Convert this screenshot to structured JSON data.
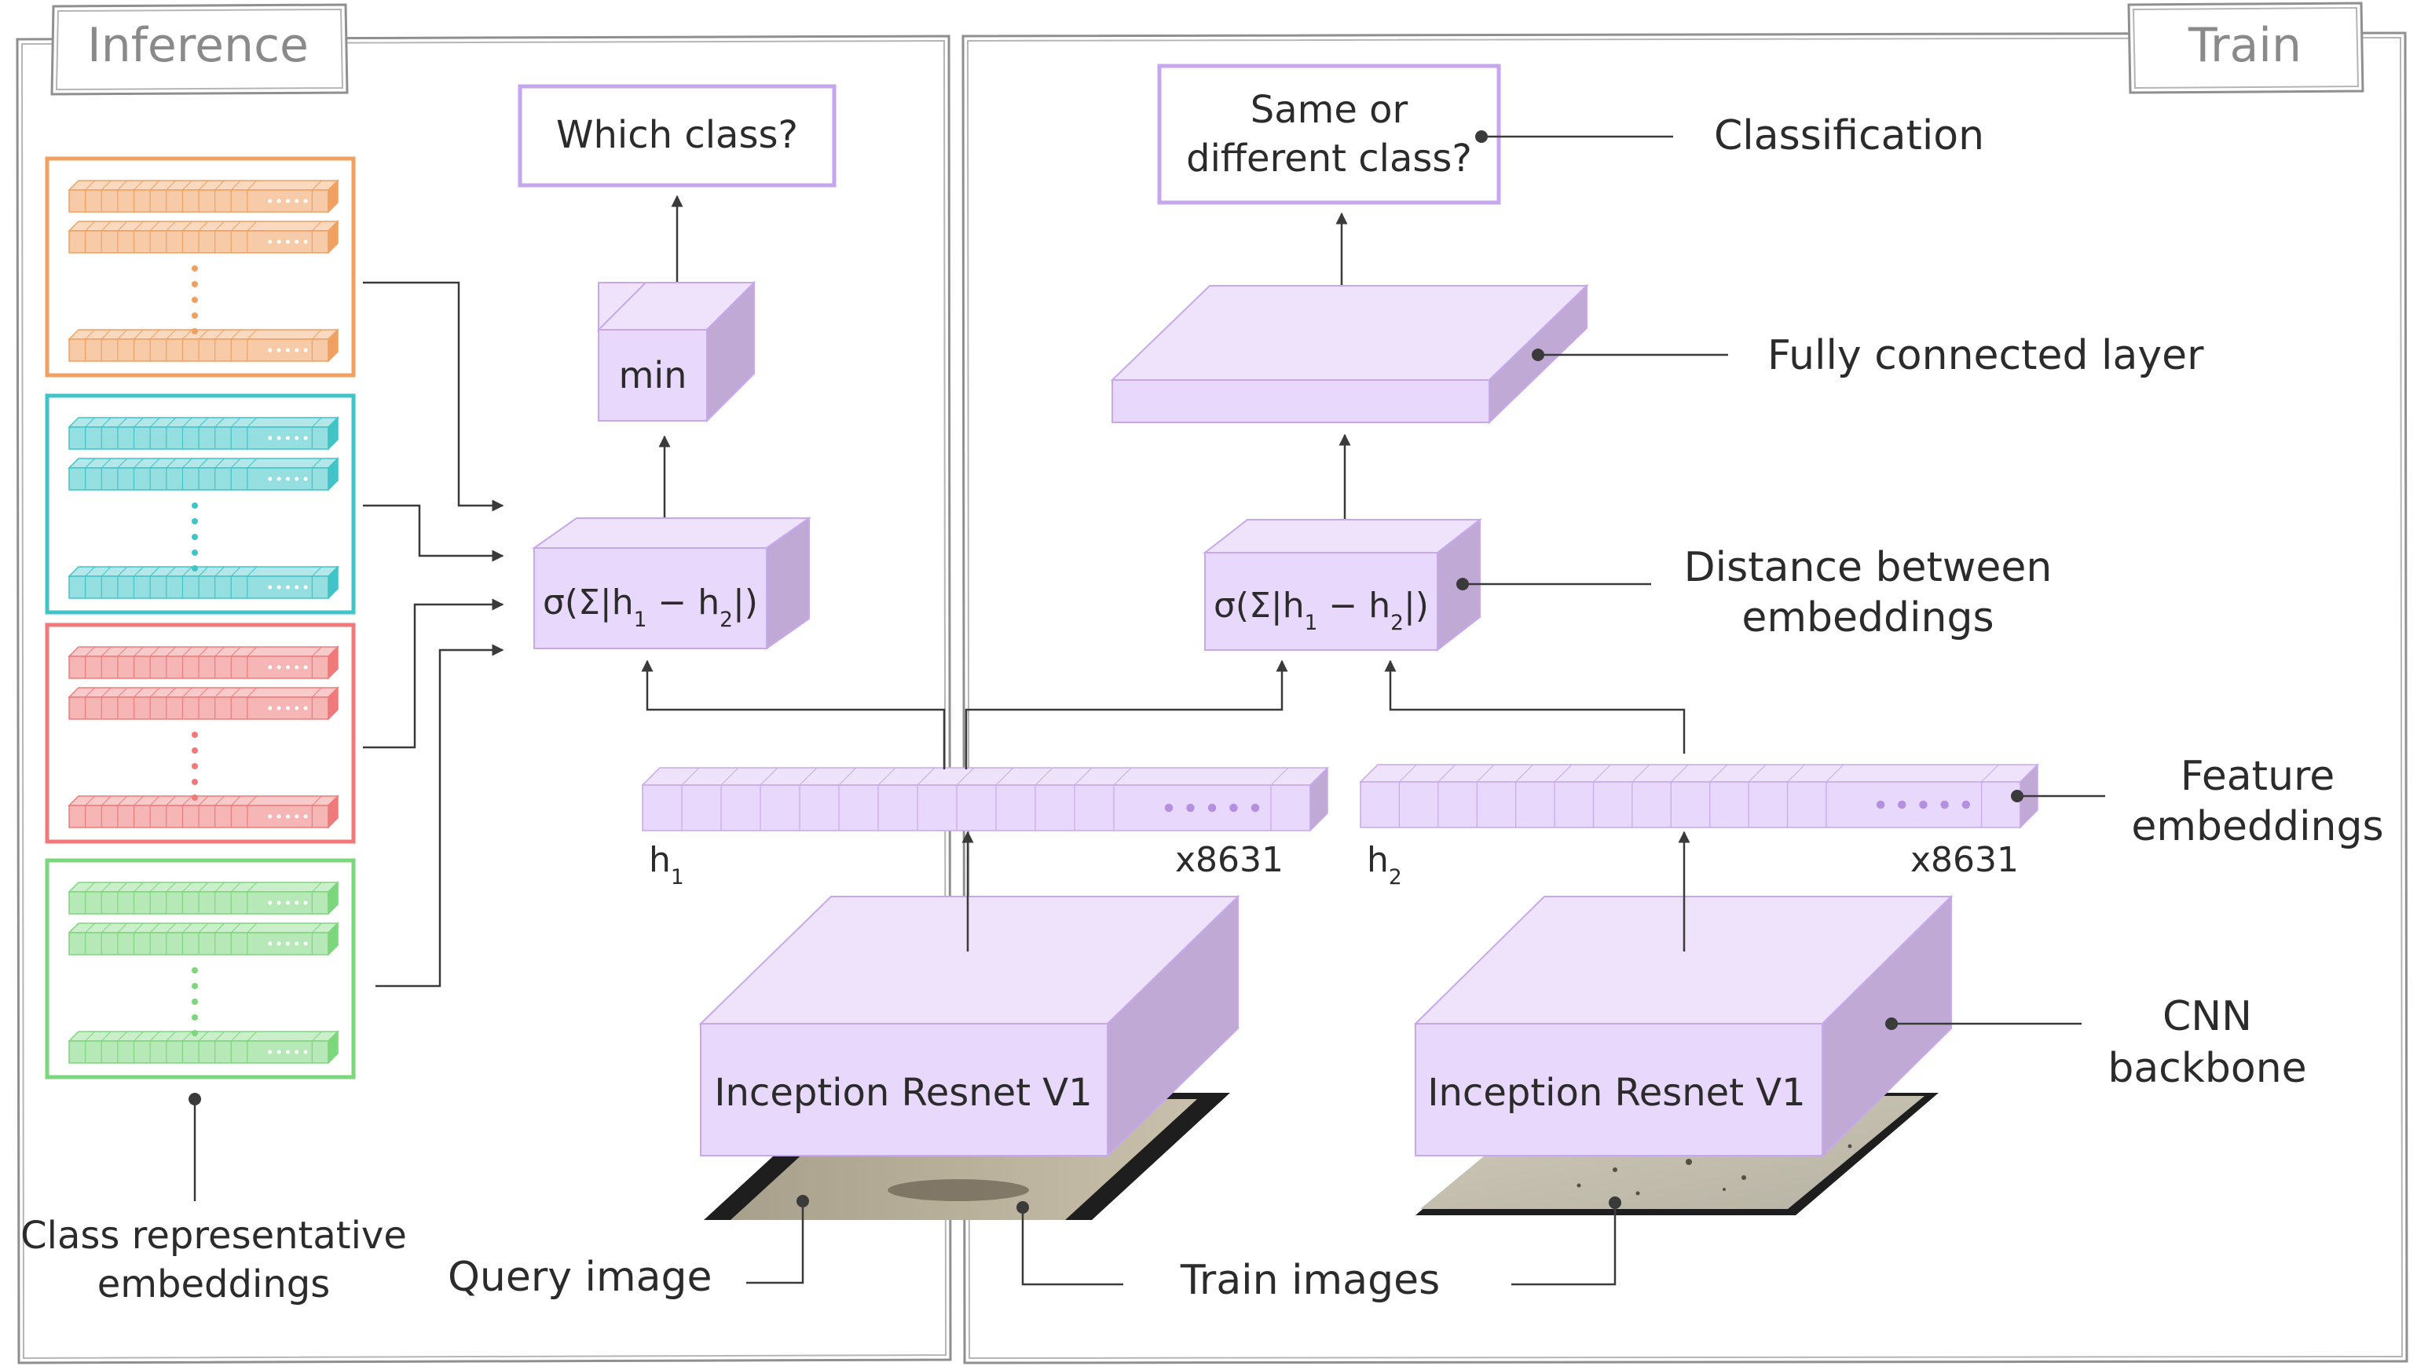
{
  "panels": {
    "inference": {
      "title": "Inference"
    },
    "train": {
      "title": "Train"
    }
  },
  "inference": {
    "output_question": "Which class?",
    "min_label": "min",
    "distance_formula": "σ(Σ|h1 − h2|)",
    "class_embeddings_label": [
      "Class representative",
      "embeddings"
    ],
    "class_colors": [
      "#f0a060",
      "#40c4c8",
      "#f07a7a",
      "#7cd67c"
    ]
  },
  "train": {
    "output_question": [
      "Same or",
      "different class?"
    ],
    "distance_formula": "σ(Σ|h1 − h2|)"
  },
  "embeddings": {
    "h1": "h1",
    "h2": "h2",
    "dim_left": "x8631",
    "dim_right": "x8631"
  },
  "backbone": {
    "left_label": "Inception Resnet V1",
    "right_label": "Inception Resnet V1"
  },
  "annotations": {
    "classification": "Classification",
    "fully_connected": "Fully connected layer",
    "distance": [
      "Distance between",
      "embeddings"
    ],
    "feature": [
      "Feature",
      "embeddings"
    ],
    "cnn": [
      "CNN",
      "backbone"
    ],
    "query_image": "Query image",
    "train_images": "Train images"
  },
  "colors": {
    "block_front": "#e8d8fb",
    "block_top": "#efe3fc",
    "block_side": "#c1a9d6",
    "block_stroke": "#c7a8ec",
    "line": "#3a3a3a"
  }
}
